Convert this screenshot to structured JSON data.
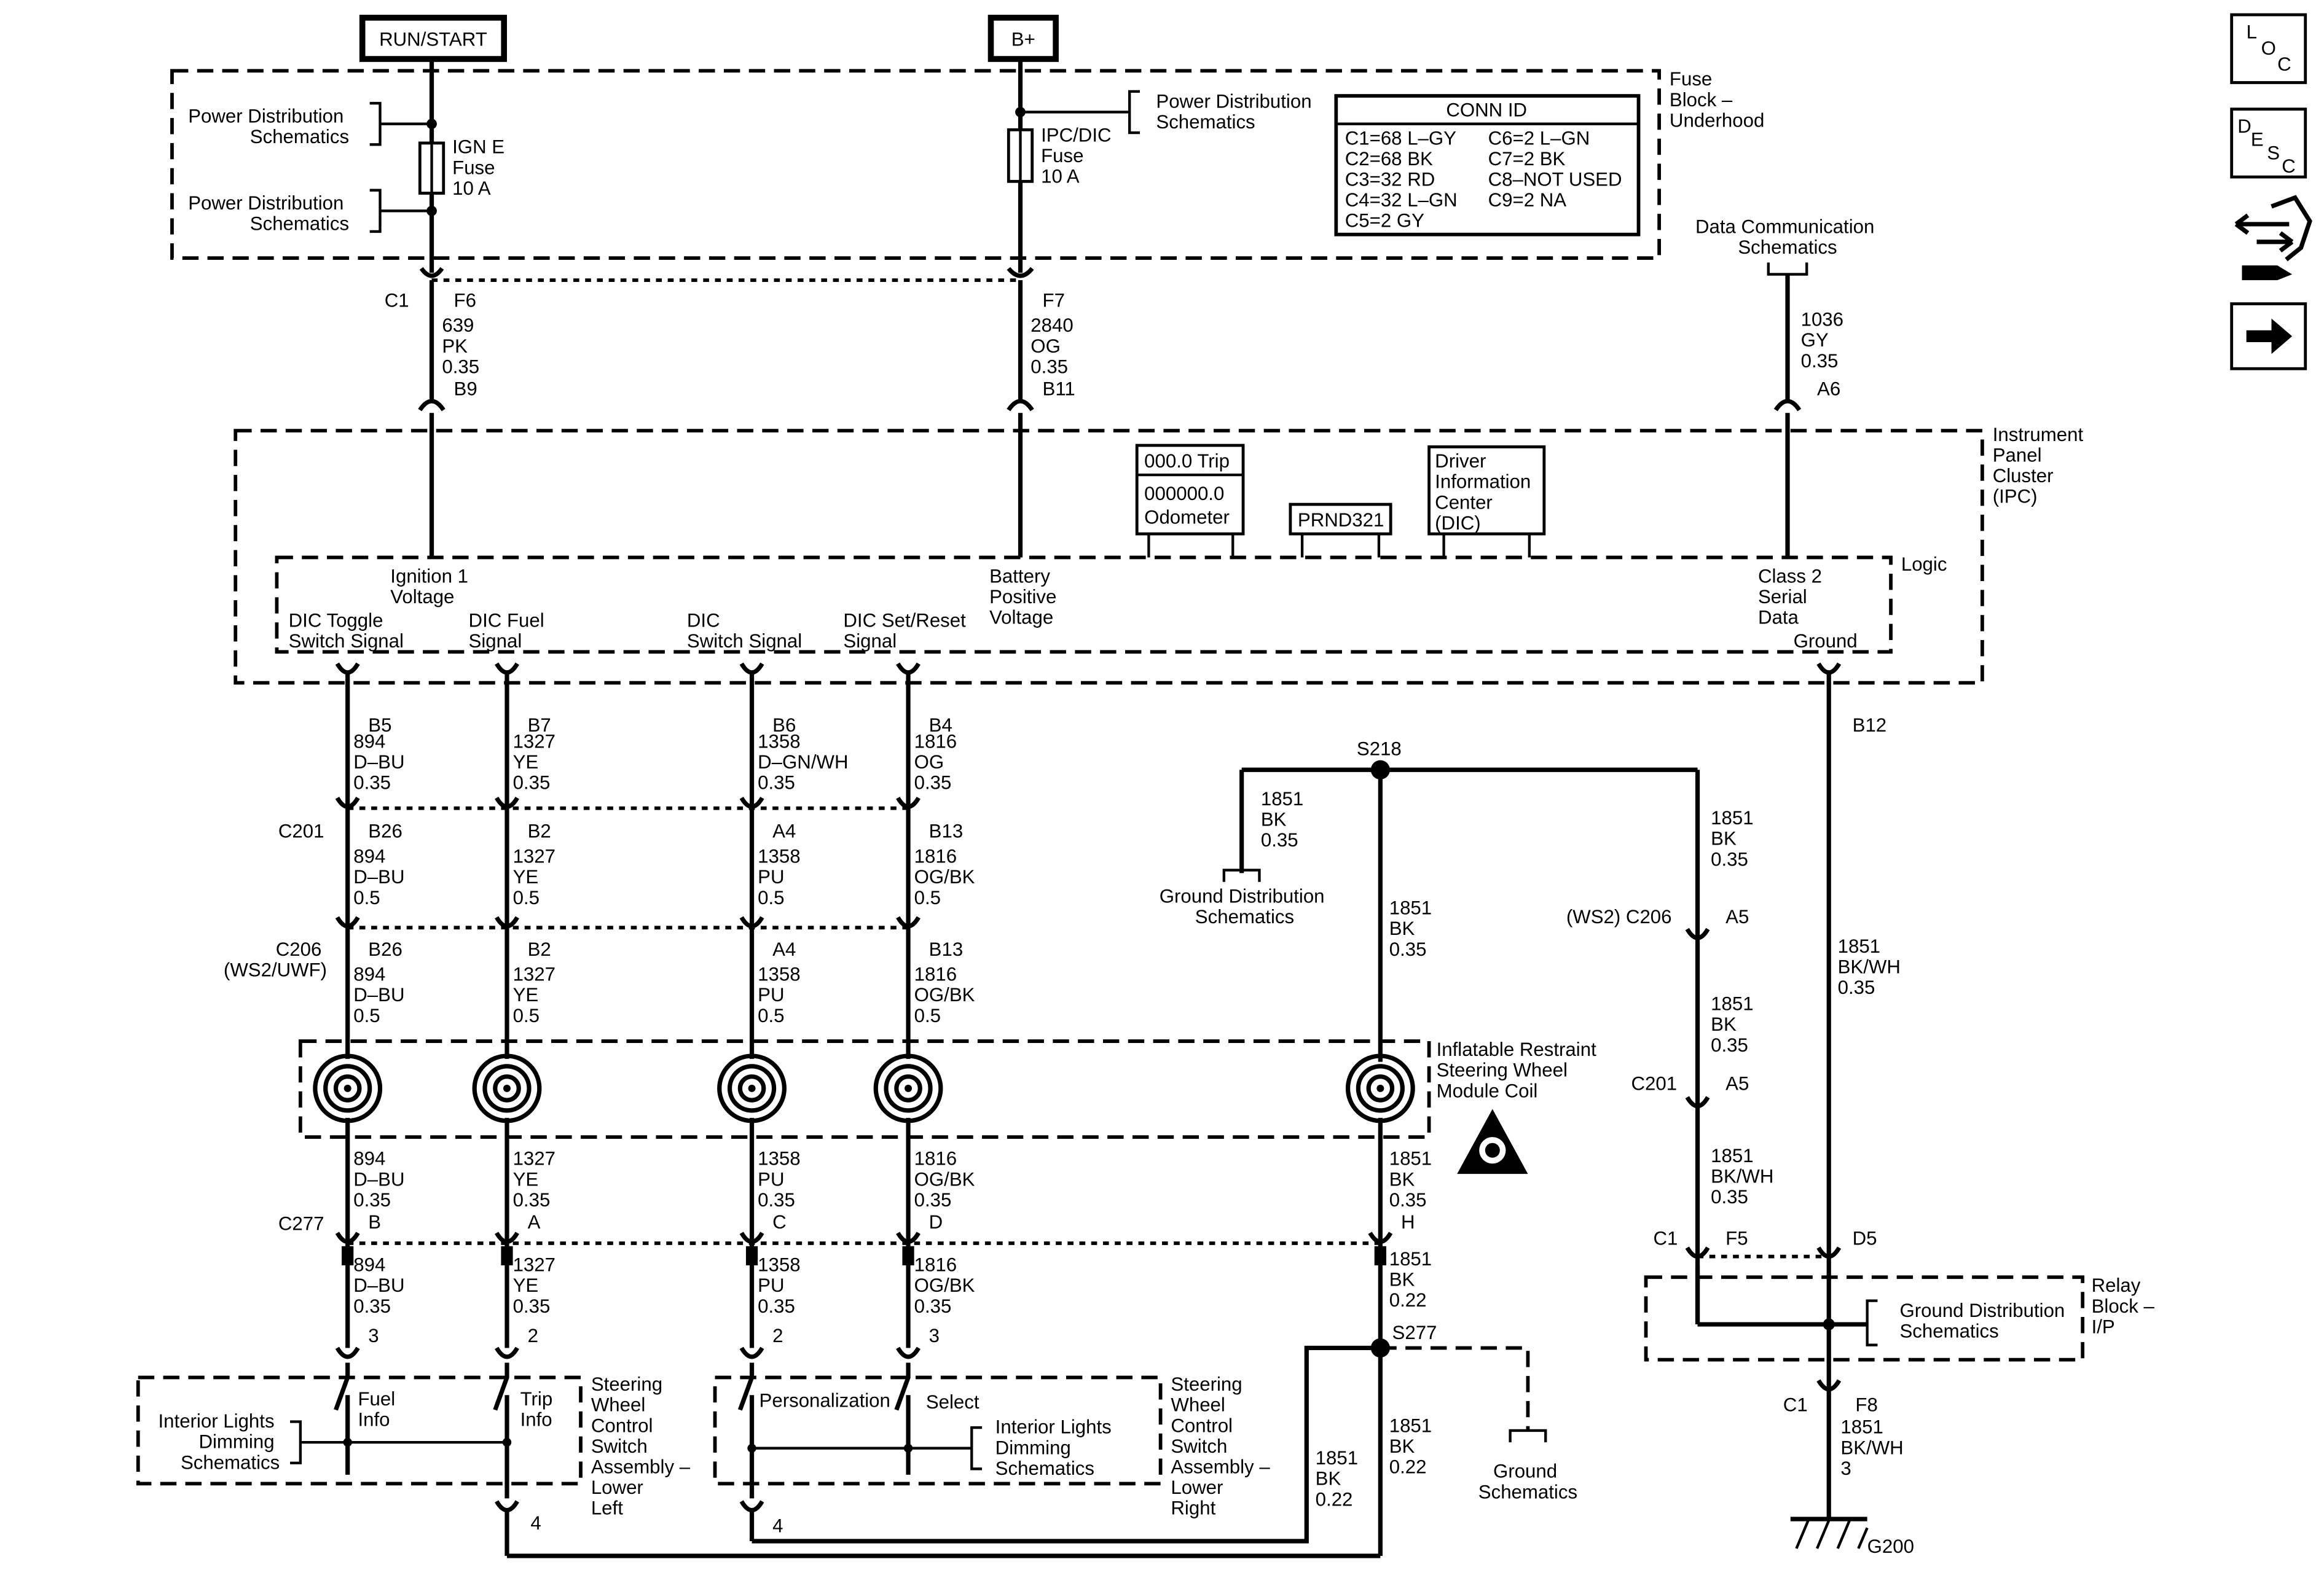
{
  "power_sources": {
    "run_start": "RUN/START",
    "b_plus": "B+"
  },
  "fuse_block": {
    "title": [
      "Fuse",
      "Block –",
      "Underhood"
    ],
    "power_dist_label": [
      "Power Distribution",
      "Schematics"
    ],
    "ign_fuse": [
      "IGN E",
      "Fuse",
      "10 A"
    ],
    "ipc_fuse": [
      "IPC/DIC",
      "Fuse",
      "10 A"
    ],
    "conn_id": {
      "title": "CONN ID",
      "left": [
        "C1=68 L–GY",
        "C2=68 BK",
        "C3=32 RD",
        "C4=32 L–GN",
        "C5=2 GY"
      ],
      "right": [
        "C6=2 L–GN",
        "C7=2 BK",
        "C8–NOT USED",
        "C9=2 NA"
      ]
    }
  },
  "nav_icons": {
    "loc": [
      "L",
      "O",
      "C"
    ],
    "desc": [
      "D",
      "E",
      "S",
      "C"
    ]
  },
  "data_comm": [
    "Data Communication",
    "Schematics"
  ],
  "top_wires": {
    "c1": "C1",
    "f6": "F6",
    "w639": [
      "639",
      "PK",
      "0.35"
    ],
    "b9": "B9",
    "f7": "F7",
    "w2840": [
      "2840",
      "OG",
      "0.35"
    ],
    "b11": "B11",
    "w1036": [
      "1036",
      "GY",
      "0.35"
    ],
    "a6": "A6"
  },
  "ipc": {
    "title": [
      "Instrument",
      "Panel",
      "Cluster",
      "(IPC)"
    ],
    "logic": "Logic",
    "trip": "000.0 Trip",
    "odometer": [
      "000000.0",
      "Odometer"
    ],
    "prndl": "PRND321",
    "dic": [
      "Driver",
      "Information",
      "Center",
      "(DIC)"
    ],
    "ign_voltage": [
      "Ignition 1",
      "Voltage"
    ],
    "battery_voltage": [
      "Battery",
      "Positive",
      "Voltage"
    ],
    "class2": [
      "Class 2",
      "Serial",
      "Data"
    ],
    "ground": "Ground",
    "dic_toggle": [
      "DIC Toggle",
      "Switch Signal"
    ],
    "dic_fuel": [
      "DIC Fuel",
      "Signal"
    ],
    "dic_switch": [
      "DIC",
      "Switch Signal"
    ],
    "dic_set_reset": [
      "DIC Set/Reset",
      "Signal"
    ]
  },
  "wire_894": {
    "top": [
      "B5",
      "894",
      "D–BU",
      "0.35"
    ],
    "mid": [
      "B26",
      "894",
      "D–BU",
      "0.5"
    ],
    "low": [
      "B26",
      "894",
      "D–BU",
      "0.5"
    ],
    "below_coil": [
      "894",
      "D–BU",
      "0.35"
    ],
    "c277": "B",
    "bottom": [
      "894",
      "D–BU",
      "0.35"
    ],
    "pin": "3"
  },
  "wire_1327": {
    "top": [
      "B7",
      "1327",
      "YE",
      "0.35"
    ],
    "mid": [
      "B2",
      "1327",
      "YE",
      "0.5"
    ],
    "low": [
      "B2",
      "1327",
      "YE",
      "0.5"
    ],
    "below_coil": [
      "1327",
      "YE",
      "0.35"
    ],
    "c277": "A",
    "bottom": [
      "1327",
      "YE",
      "0.35"
    ],
    "pin": "2"
  },
  "wire_1358": {
    "top": [
      "B6",
      "1358",
      "D–GN/WH",
      "0.35"
    ],
    "mid": [
      "A4",
      "1358",
      "PU",
      "0.5"
    ],
    "low": [
      "A4",
      "1358",
      "PU",
      "0.5"
    ],
    "below_coil": [
      "1358",
      "PU",
      "0.35"
    ],
    "c277": "C",
    "bottom": [
      "1358",
      "PU",
      "0.35"
    ],
    "pin": "2"
  },
  "wire_1816": {
    "top": [
      "B4",
      "1816",
      "OG",
      "0.35"
    ],
    "mid": [
      "B13",
      "1816",
      "OG/BK",
      "0.5"
    ],
    "low": [
      "B13",
      "1816",
      "OG/BK",
      "0.5"
    ],
    "below_coil": [
      "1816",
      "OG/BK",
      "0.35"
    ],
    "c277": "D",
    "bottom": [
      "1816",
      "OG/BK",
      "0.35"
    ],
    "pin": "3"
  },
  "connectors": {
    "c201": "C201",
    "c206": [
      "C206",
      "(WS2/UWF)"
    ],
    "c277": "C277",
    "c206_right": "(WS2) C206",
    "c201_right": "C201",
    "c1": "C1"
  },
  "ground_circuit": {
    "s218": "S218",
    "w1851_gnd": [
      "1851",
      "BK",
      "0.35"
    ],
    "gnd_dist": [
      "Ground Distribution",
      "Schematics"
    ],
    "w1851_center": [
      "1851",
      "BK",
      "0.35"
    ],
    "w1851_right": [
      "1851",
      "BK",
      "0.35"
    ],
    "a5": "A5",
    "w1851_right2": [
      "1851",
      "BK",
      "0.35"
    ],
    "a5b": "A5",
    "w1851_bkwh": [
      "1851",
      "BK/WH",
      "0.35"
    ],
    "w1851_below_coil": [
      "1851",
      "BK",
      "0.35"
    ],
    "h": "H",
    "w1851_022": [
      "1851",
      "BK",
      "0.22"
    ],
    "s277": "S277",
    "ground_schematics": [
      "Ground",
      "Schematics"
    ],
    "w1851_bottom_left": [
      "1851",
      "BK",
      "0.22"
    ],
    "w1851_bottom_right": [
      "1851",
      "BK",
      "0.22"
    ]
  },
  "coil": {
    "title": [
      "Inflatable Restraint",
      "Steering Wheel",
      "Module Coil"
    ]
  },
  "ipc_ground": {
    "b12": "B12",
    "w1851": [
      "1851",
      "BK/WH",
      "0.35"
    ],
    "f5": "F5",
    "d5": "D5"
  },
  "relay_block": {
    "title": [
      "Relay",
      "Block –",
      "I/P"
    ],
    "gnd_dist": [
      "Ground Distribution",
      "Schematics"
    ],
    "f8": "F8",
    "w1851": [
      "1851",
      "BK/WH",
      "3"
    ],
    "g200": "G200"
  },
  "switch_left": {
    "title": [
      "Steering",
      "Wheel",
      "Control",
      "Switch",
      "Assembly –",
      "Lower",
      "Left"
    ],
    "fuel": [
      "Fuel",
      "Info"
    ],
    "trip": [
      "Trip",
      "Info"
    ],
    "dimming": [
      "Interior Lights",
      "Dimming",
      "Schematics"
    ],
    "pin4": "4"
  },
  "switch_right": {
    "title": [
      "Steering",
      "Wheel",
      "Control",
      "Switch",
      "Assembly –",
      "Lower",
      "Right"
    ],
    "personalization": "Personalization",
    "select": "Select",
    "dimming": [
      "Interior Lights",
      "Dimming",
      "Schematics"
    ],
    "pin4": "4"
  }
}
